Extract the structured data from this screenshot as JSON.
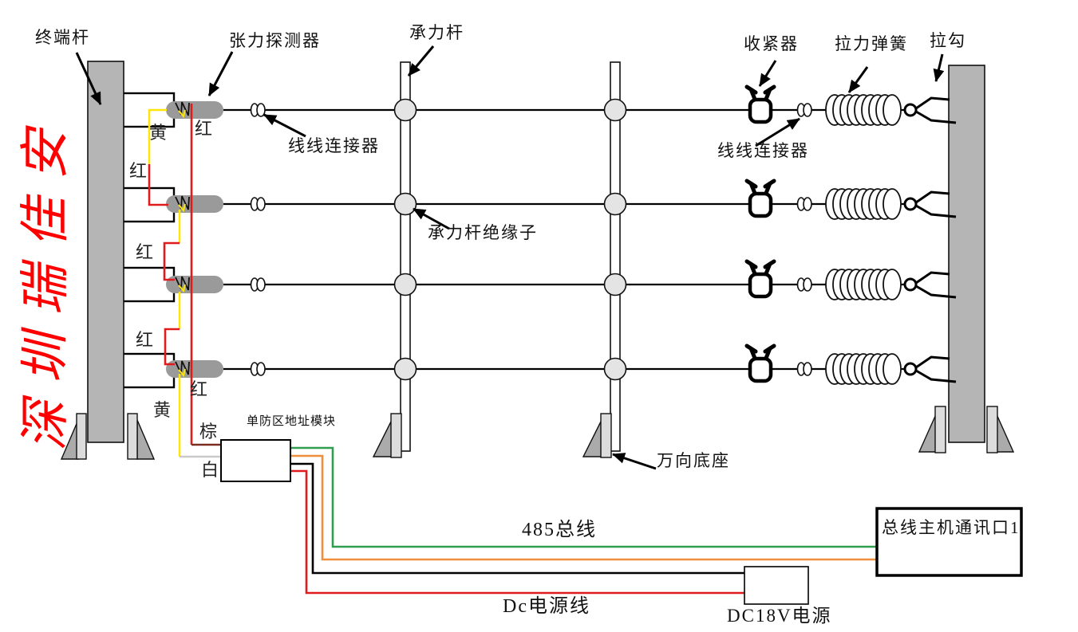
{
  "brand": {
    "text": "深圳瑞佳安",
    "color": "#ff0000"
  },
  "labels": {
    "terminal_pole": "终端杆",
    "tension_detector": "张力探测器",
    "bearing_pole": "承力杆",
    "wire_connector_left": "线线连接器",
    "wire_connector_right": "线线连接器",
    "tightener": "收紧器",
    "tension_spring": "拉力弹簧",
    "pull_hook": "拉勾",
    "bearing_pole_insulator": "承力杆绝缘子",
    "universal_base": "万向底座",
    "zone_address_module": "单防区地址模块",
    "bus_485": "485总线",
    "dc_power_line": "Dc电源线",
    "dc18v_power": "DC18V电源",
    "bus_host_port": "总线主机通讯口1"
  },
  "wire_labels": {
    "yellow_top": "黄",
    "red_main": "红",
    "red_link_1": "红",
    "red_link_2": "红",
    "red_link_3": "红",
    "red_bottom": "红",
    "yellow_bottom": "黄",
    "brown": "棕",
    "white": "白"
  },
  "colors": {
    "yellow": "#ffe60a",
    "red": "#e01b1b",
    "brown": "#7b2c21",
    "white_wire": "#c9c9c9",
    "green": "#2f9e4f",
    "orange": "#ef8f3c",
    "black": "#000000",
    "pole_gray": "#b5b5b5",
    "detector_gray": "#9a9a9a",
    "brand_red": "#ff0000"
  }
}
